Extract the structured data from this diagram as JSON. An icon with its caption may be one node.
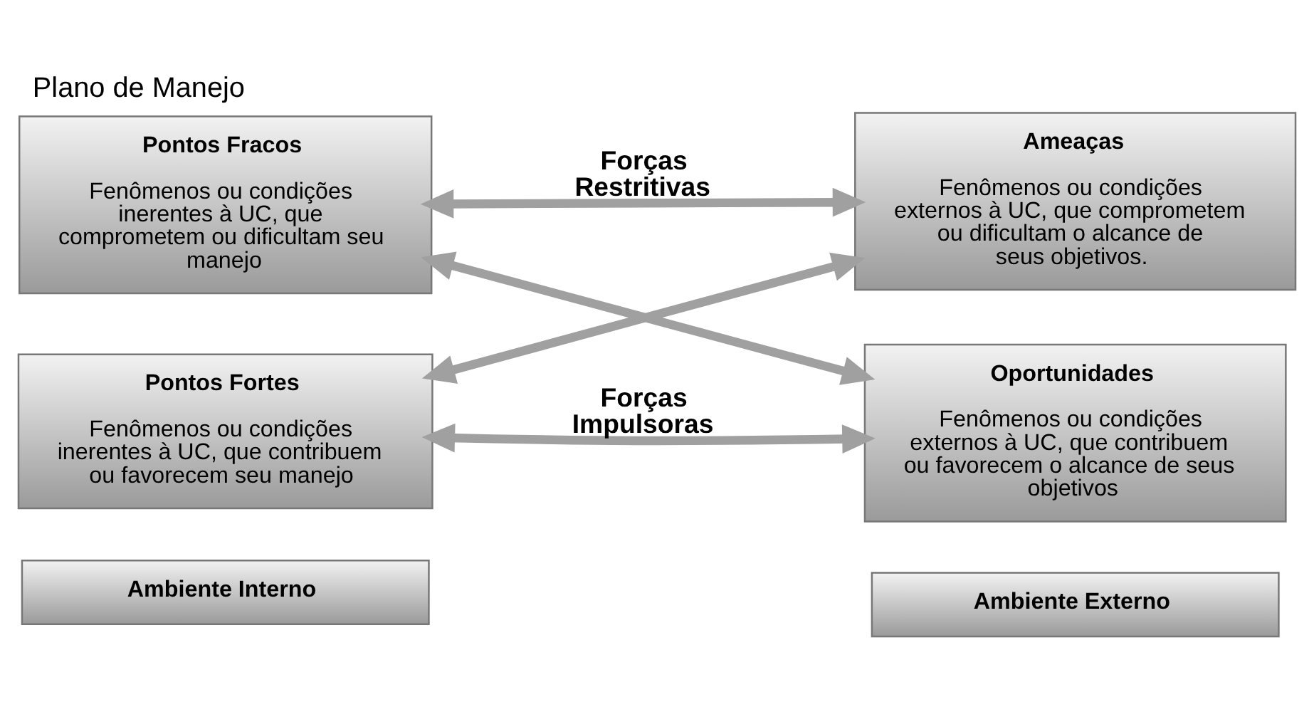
{
  "diagram": {
    "title": "Plano de Manejo",
    "nodes": [
      {
        "text": [
          "Ambiente Interno"
        ]
      },
      {
        "text": [
          "Ambiente Externo"
        ]
      },
      {
        "text": [
          "Pontos Fracos",
          "Fenômenos ou condições inerentes à UC, que comprometem ou dificultam seu manejo"
        ]
      },
      {
        "text": [
          "Ameaças",
          "Fenômenos ou condições externos à UC, que comprometem ou dificultam o alcance de seus objetivos."
        ]
      },
      {
        "text": [
          "Pontos Fortes",
          "Fenômenos ou condições inerentes à UC, que contribuem ou favorecem seu manejo"
        ]
      },
      {
        "text": [
          "Oportunidades",
          "Fenômenos ou condições externos à UC, que contribuem ou favorecem o alcance de seus objetivos"
        ]
      }
    ],
    "edges": [
      {
        "from": 2,
        "to": 3,
        "arrow": "both",
        "label": "Forças Restritivas"
      },
      {
        "from": 2,
        "to": 5,
        "arrow": "both"
      },
      {
        "from": 4,
        "to": 3,
        "arrow": "both"
      },
      {
        "from": 4,
        "to": 5,
        "arrow": "both",
        "label": "Forças Impulsoras"
      }
    ]
  }
}
